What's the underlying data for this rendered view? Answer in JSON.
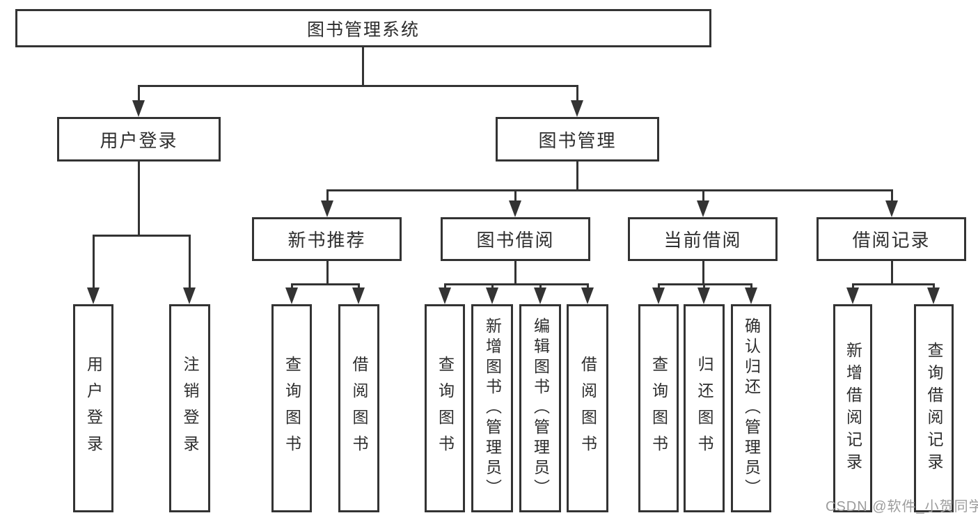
{
  "tree": {
    "label": "图书管理系统",
    "children": [
      {
        "label": "用户登录",
        "children": [
          {
            "label": "用户登录"
          },
          {
            "label": "注销登录"
          }
        ]
      },
      {
        "label": "图书管理",
        "children": [
          {
            "label": "新书推荐",
            "children": [
              {
                "label": "查询图书"
              },
              {
                "label": "借阅图书"
              }
            ]
          },
          {
            "label": "图书借阅",
            "children": [
              {
                "label": "查询图书"
              },
              {
                "label": "新增图书（管理员）"
              },
              {
                "label": "编辑图书（管理员）"
              },
              {
                "label": "借阅图书"
              }
            ]
          },
          {
            "label": "当前借阅",
            "children": [
              {
                "label": "查询图书"
              },
              {
                "label": "归还图书"
              },
              {
                "label": "确认归还（管理员）"
              }
            ]
          },
          {
            "label": "借阅记录",
            "children": [
              {
                "label": "新增借阅记录"
              },
              {
                "label": "查询借阅记录"
              }
            ]
          }
        ]
      }
    ]
  },
  "watermark": "CSDN @软件_小贺同学",
  "colors": {
    "line": "#333333",
    "box_border": "#333333",
    "text": "#2d2d2d",
    "watermark": "#9c9c9c",
    "background": "#ffffff"
  }
}
